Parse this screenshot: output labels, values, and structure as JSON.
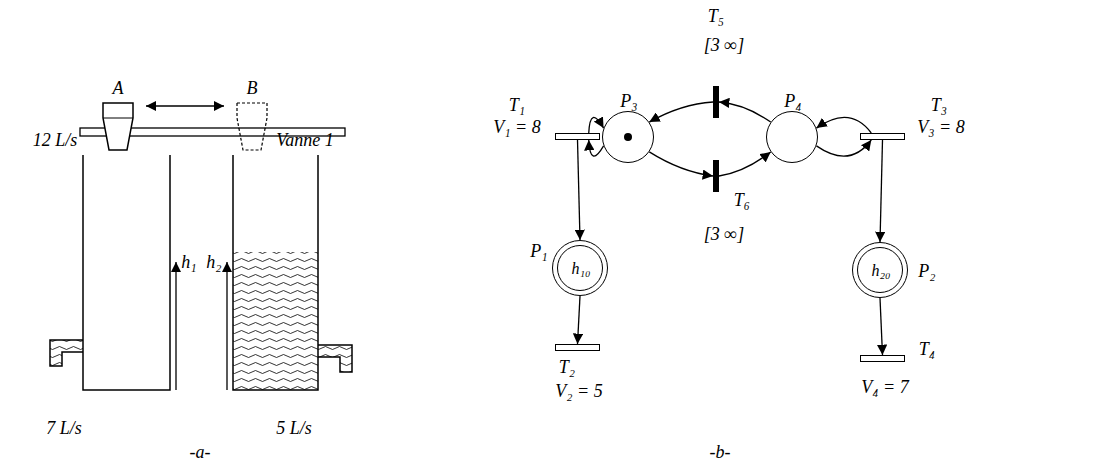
{
  "diagram": {
    "nodes": [
      {
        "text": [
          "T₅",
          "[3 ∞]"
        ]
      },
      {
        "text": [
          "P₃"
        ]
      },
      {
        "text": [
          "P₄"
        ]
      },
      {
        "text": [
          "T₁",
          "V₁ = 8"
        ]
      },
      {
        "text": [
          "T₆",
          "[3 ∞]"
        ]
      },
      {
        "text": [
          "T₃",
          "V₃ = 8"
        ]
      },
      {
        "text": [
          "P₁",
          "h₁₀"
        ]
      },
      {
        "text": [
          "P₂",
          "h₂₀"
        ]
      },
      {
        "text": [
          "T₂",
          "V₂ = 5"
        ]
      },
      {
        "text": [
          "T₄",
          "V₄ = 7"
        ]
      }
    ],
    "edges": [
      {
        "from": 3,
        "to": 1,
        "arrow": "to"
      },
      {
        "from": 1,
        "to": 3,
        "arrow": "to"
      },
      {
        "from": 1,
        "to": 4,
        "arrow": "to"
      },
      {
        "from": 4,
        "to": 2,
        "arrow": "to"
      },
      {
        "from": 2,
        "to": 0,
        "arrow": "to"
      },
      {
        "from": 0,
        "to": 1,
        "arrow": "to"
      },
      {
        "from": 5,
        "to": 2,
        "arrow": "to"
      },
      {
        "from": 2,
        "to": 5,
        "arrow": "to"
      },
      {
        "from": 3,
        "to": 6,
        "arrow": "to"
      },
      {
        "from": 6,
        "to": 8,
        "arrow": "to"
      },
      {
        "from": 5,
        "to": 7,
        "arrow": "to"
      },
      {
        "from": 7,
        "to": 9,
        "arrow": "to"
      }
    ],
    "labels": [
      "A",
      "B",
      "12 L/s",
      "Vanne 1",
      "h₁",
      "h₂",
      "7 L/s",
      "5 L/s",
      "-a-",
      "-b-"
    ]
  }
}
